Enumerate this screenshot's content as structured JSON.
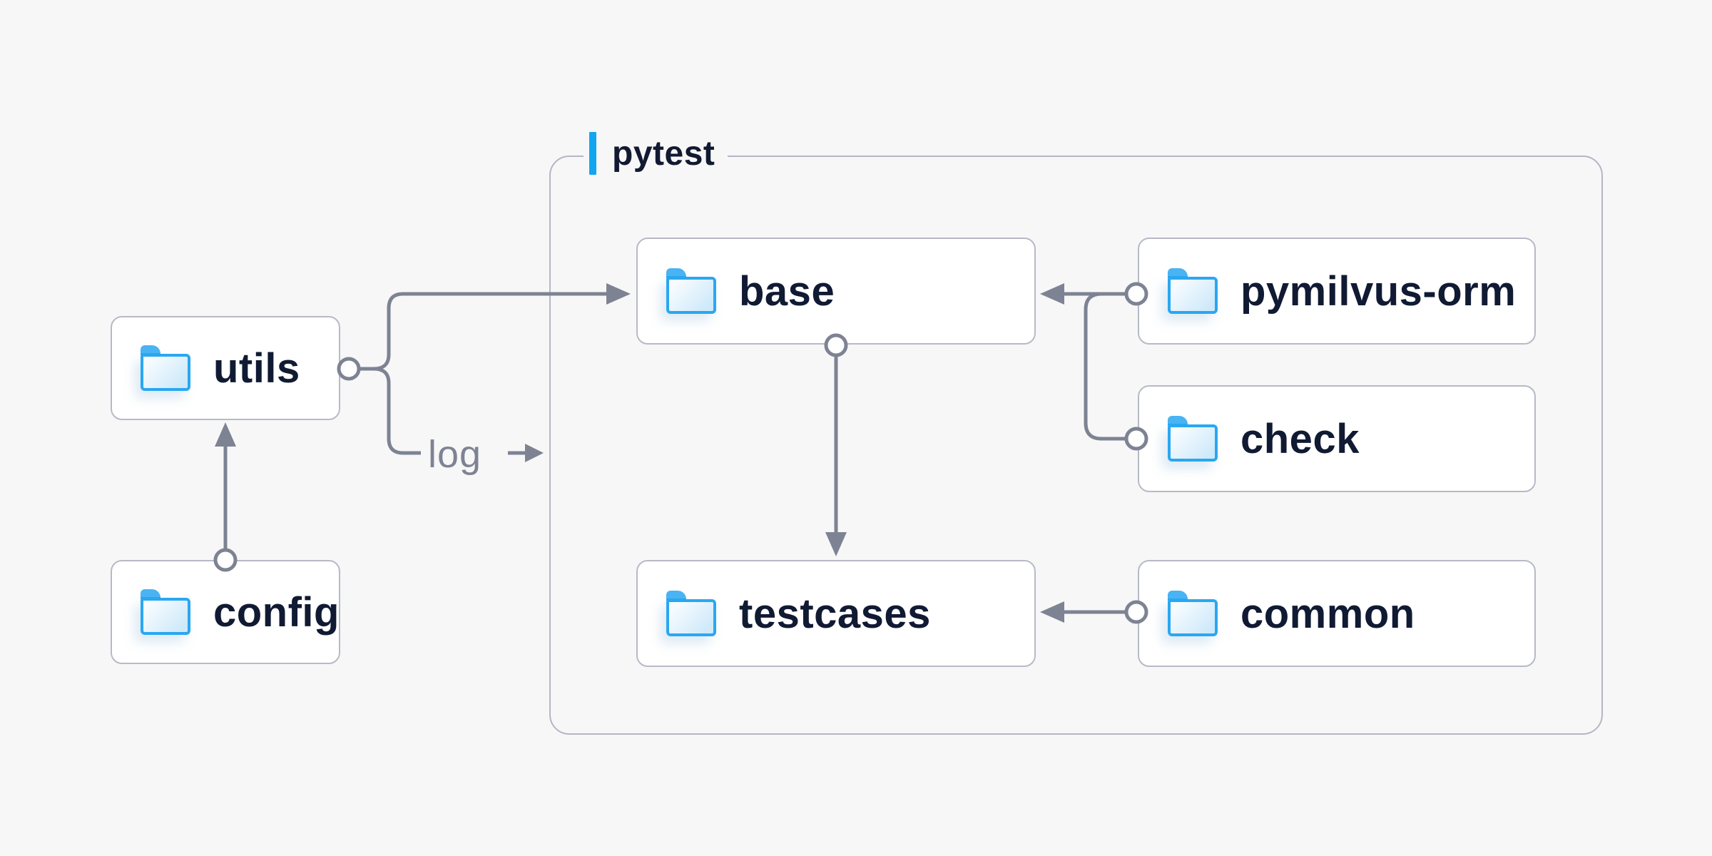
{
  "diagram": {
    "title_group": {
      "label": "pytest"
    },
    "nodes": {
      "utils": {
        "label": "utils"
      },
      "config": {
        "label": "config"
      },
      "base": {
        "label": "base"
      },
      "testcases": {
        "label": "testcases"
      },
      "pymilvus_orm": {
        "label": "pymilvus-orm"
      },
      "check": {
        "label": "check"
      },
      "common": {
        "label": "common"
      }
    },
    "annotations": {
      "log": "log"
    },
    "edges": [
      {
        "from": "config",
        "to": "utils"
      },
      {
        "from": "utils",
        "to": "base"
      },
      {
        "from": "utils",
        "to": "log"
      },
      {
        "from": "pymilvus-orm",
        "to": "base"
      },
      {
        "from": "check",
        "to": "base"
      },
      {
        "from": "base",
        "to": "testcases"
      },
      {
        "from": "common",
        "to": "testcases"
      }
    ],
    "colors": {
      "background": "#f7f7f8",
      "node_fill": "#ffffff",
      "node_border": "#b7bac6",
      "wire": "#7e8393",
      "text": "#101a33",
      "accent": "#12a6f0",
      "folder_blue": "#2aa7f1"
    }
  }
}
